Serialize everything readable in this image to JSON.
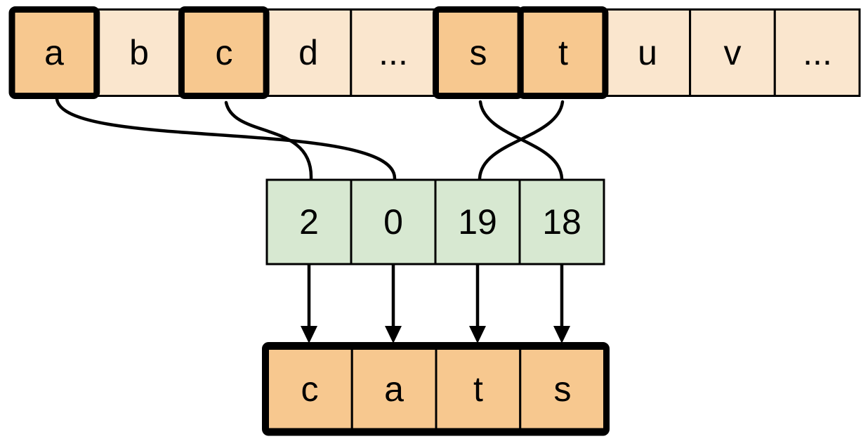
{
  "colors": {
    "highlight_fill": "#F7C88F",
    "plain_fill": "#FAE6CE",
    "index_fill": "#D7E8D1",
    "stroke": "#000000",
    "background": "#FFFFFF"
  },
  "alphabet_row": {
    "cells": [
      {
        "label": "a",
        "highlighted": true
      },
      {
        "label": "b",
        "highlighted": false
      },
      {
        "label": "c",
        "highlighted": true
      },
      {
        "label": "d",
        "highlighted": false
      },
      {
        "label": "...",
        "highlighted": false
      },
      {
        "label": "s",
        "highlighted": true
      },
      {
        "label": "t",
        "highlighted": true
      },
      {
        "label": "u",
        "highlighted": false
      },
      {
        "label": "v",
        "highlighted": false
      },
      {
        "label": "...",
        "highlighted": false
      }
    ]
  },
  "index_row": {
    "cells": [
      {
        "value": "2"
      },
      {
        "value": "0"
      },
      {
        "value": "19"
      },
      {
        "value": "18"
      }
    ]
  },
  "result_row": {
    "cells": [
      {
        "label": "c"
      },
      {
        "label": "a"
      },
      {
        "label": "t"
      },
      {
        "label": "s"
      }
    ]
  },
  "connections": {
    "letter_to_index": [
      {
        "letter": "a",
        "index_value": "0"
      },
      {
        "letter": "c",
        "index_value": "2"
      },
      {
        "letter": "s",
        "index_value": "18"
      },
      {
        "letter": "t",
        "index_value": "19"
      }
    ],
    "index_to_result": [
      {
        "index_value": "2",
        "result_letter": "c"
      },
      {
        "index_value": "0",
        "result_letter": "a"
      },
      {
        "index_value": "19",
        "result_letter": "t"
      },
      {
        "index_value": "18",
        "result_letter": "s"
      }
    ]
  }
}
